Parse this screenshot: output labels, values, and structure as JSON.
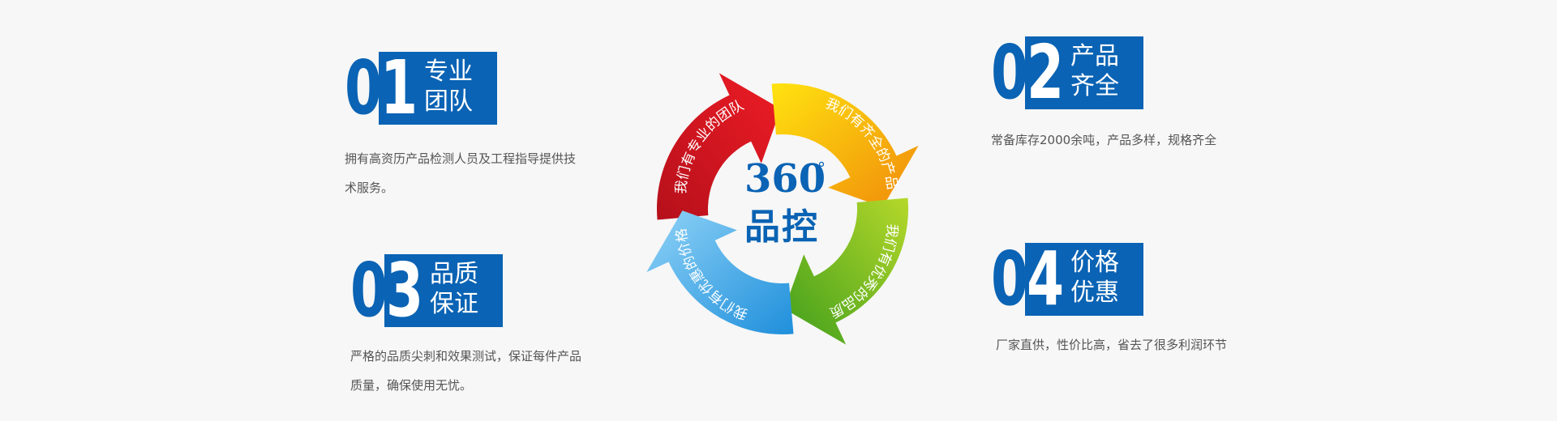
{
  "features": [
    {
      "num_a": "0",
      "num_b": "1",
      "title_1": "专业",
      "title_2": "团队",
      "desc_1": "拥有高资历产品检测人员及工程指导提供技",
      "desc_2": "术服务。"
    },
    {
      "num_a": "0",
      "num_b": "2",
      "title_1": "产品",
      "title_2": "齐全",
      "desc_1": "常备库存2000余吨，产品多样，规格齐全",
      "desc_2": ""
    },
    {
      "num_a": "0",
      "num_b": "3",
      "title_1": "品质",
      "title_2": "保证",
      "desc_1": "严格的品质尖刺和效果测试，保证每件产品",
      "desc_2": "质量，确保使用无忧。"
    },
    {
      "num_a": "0",
      "num_b": "4",
      "title_1": "价格",
      "title_2": "优惠",
      "desc_1": "厂家直供，性价比高，省去了很多利润环节",
      "desc_2": ""
    }
  ],
  "cycle": {
    "center_number": "360",
    "center_degree": "°",
    "center_label": "品控",
    "arrows": [
      {
        "text": "我们有专业的团队",
        "color": "#d9141f"
      },
      {
        "text": "我们有齐全的产品",
        "color": "#f2a20c"
      },
      {
        "text": "我们有优秀的品质",
        "color": "#6cb71e"
      },
      {
        "text": "我们有优惠的价格",
        "color": "#2e9ee0"
      }
    ]
  },
  "colors": {
    "brand_blue": "#0a63b4",
    "background": "#f7f7f7",
    "text_gray": "#555555"
  }
}
